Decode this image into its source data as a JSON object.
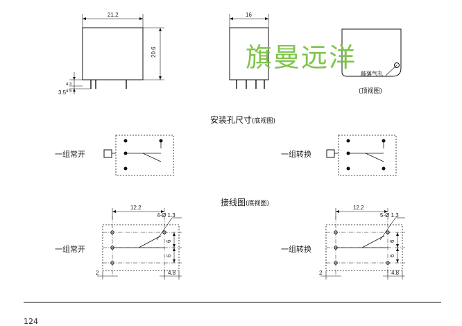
{
  "dimensions": {
    "width_top": "21.2",
    "height_side": "20.6",
    "depth_top": "16",
    "pin_small_1": "3.5",
    "pin_small_2": "4.3",
    "pin_small_3": "4.5",
    "pitch_12": "12.2",
    "hole_4": "4-Ø 1.3",
    "hole_5": "5-Ø 1.3",
    "six": "6",
    "two": "2",
    "four_eight": "4.8"
  },
  "labels": {
    "vent_hole": "敲落气孔",
    "top_view": "(顶视图)",
    "mount_title": "安装孔尺寸",
    "bottom_view": "(底视图)",
    "wiring_title": "接线图",
    "form_a": "一组常开",
    "form_c": "一组转换"
  },
  "watermark": "旗曼远洋",
  "page_number": "124",
  "colors": {
    "watermark": "#7ac143",
    "line": "#111111"
  }
}
